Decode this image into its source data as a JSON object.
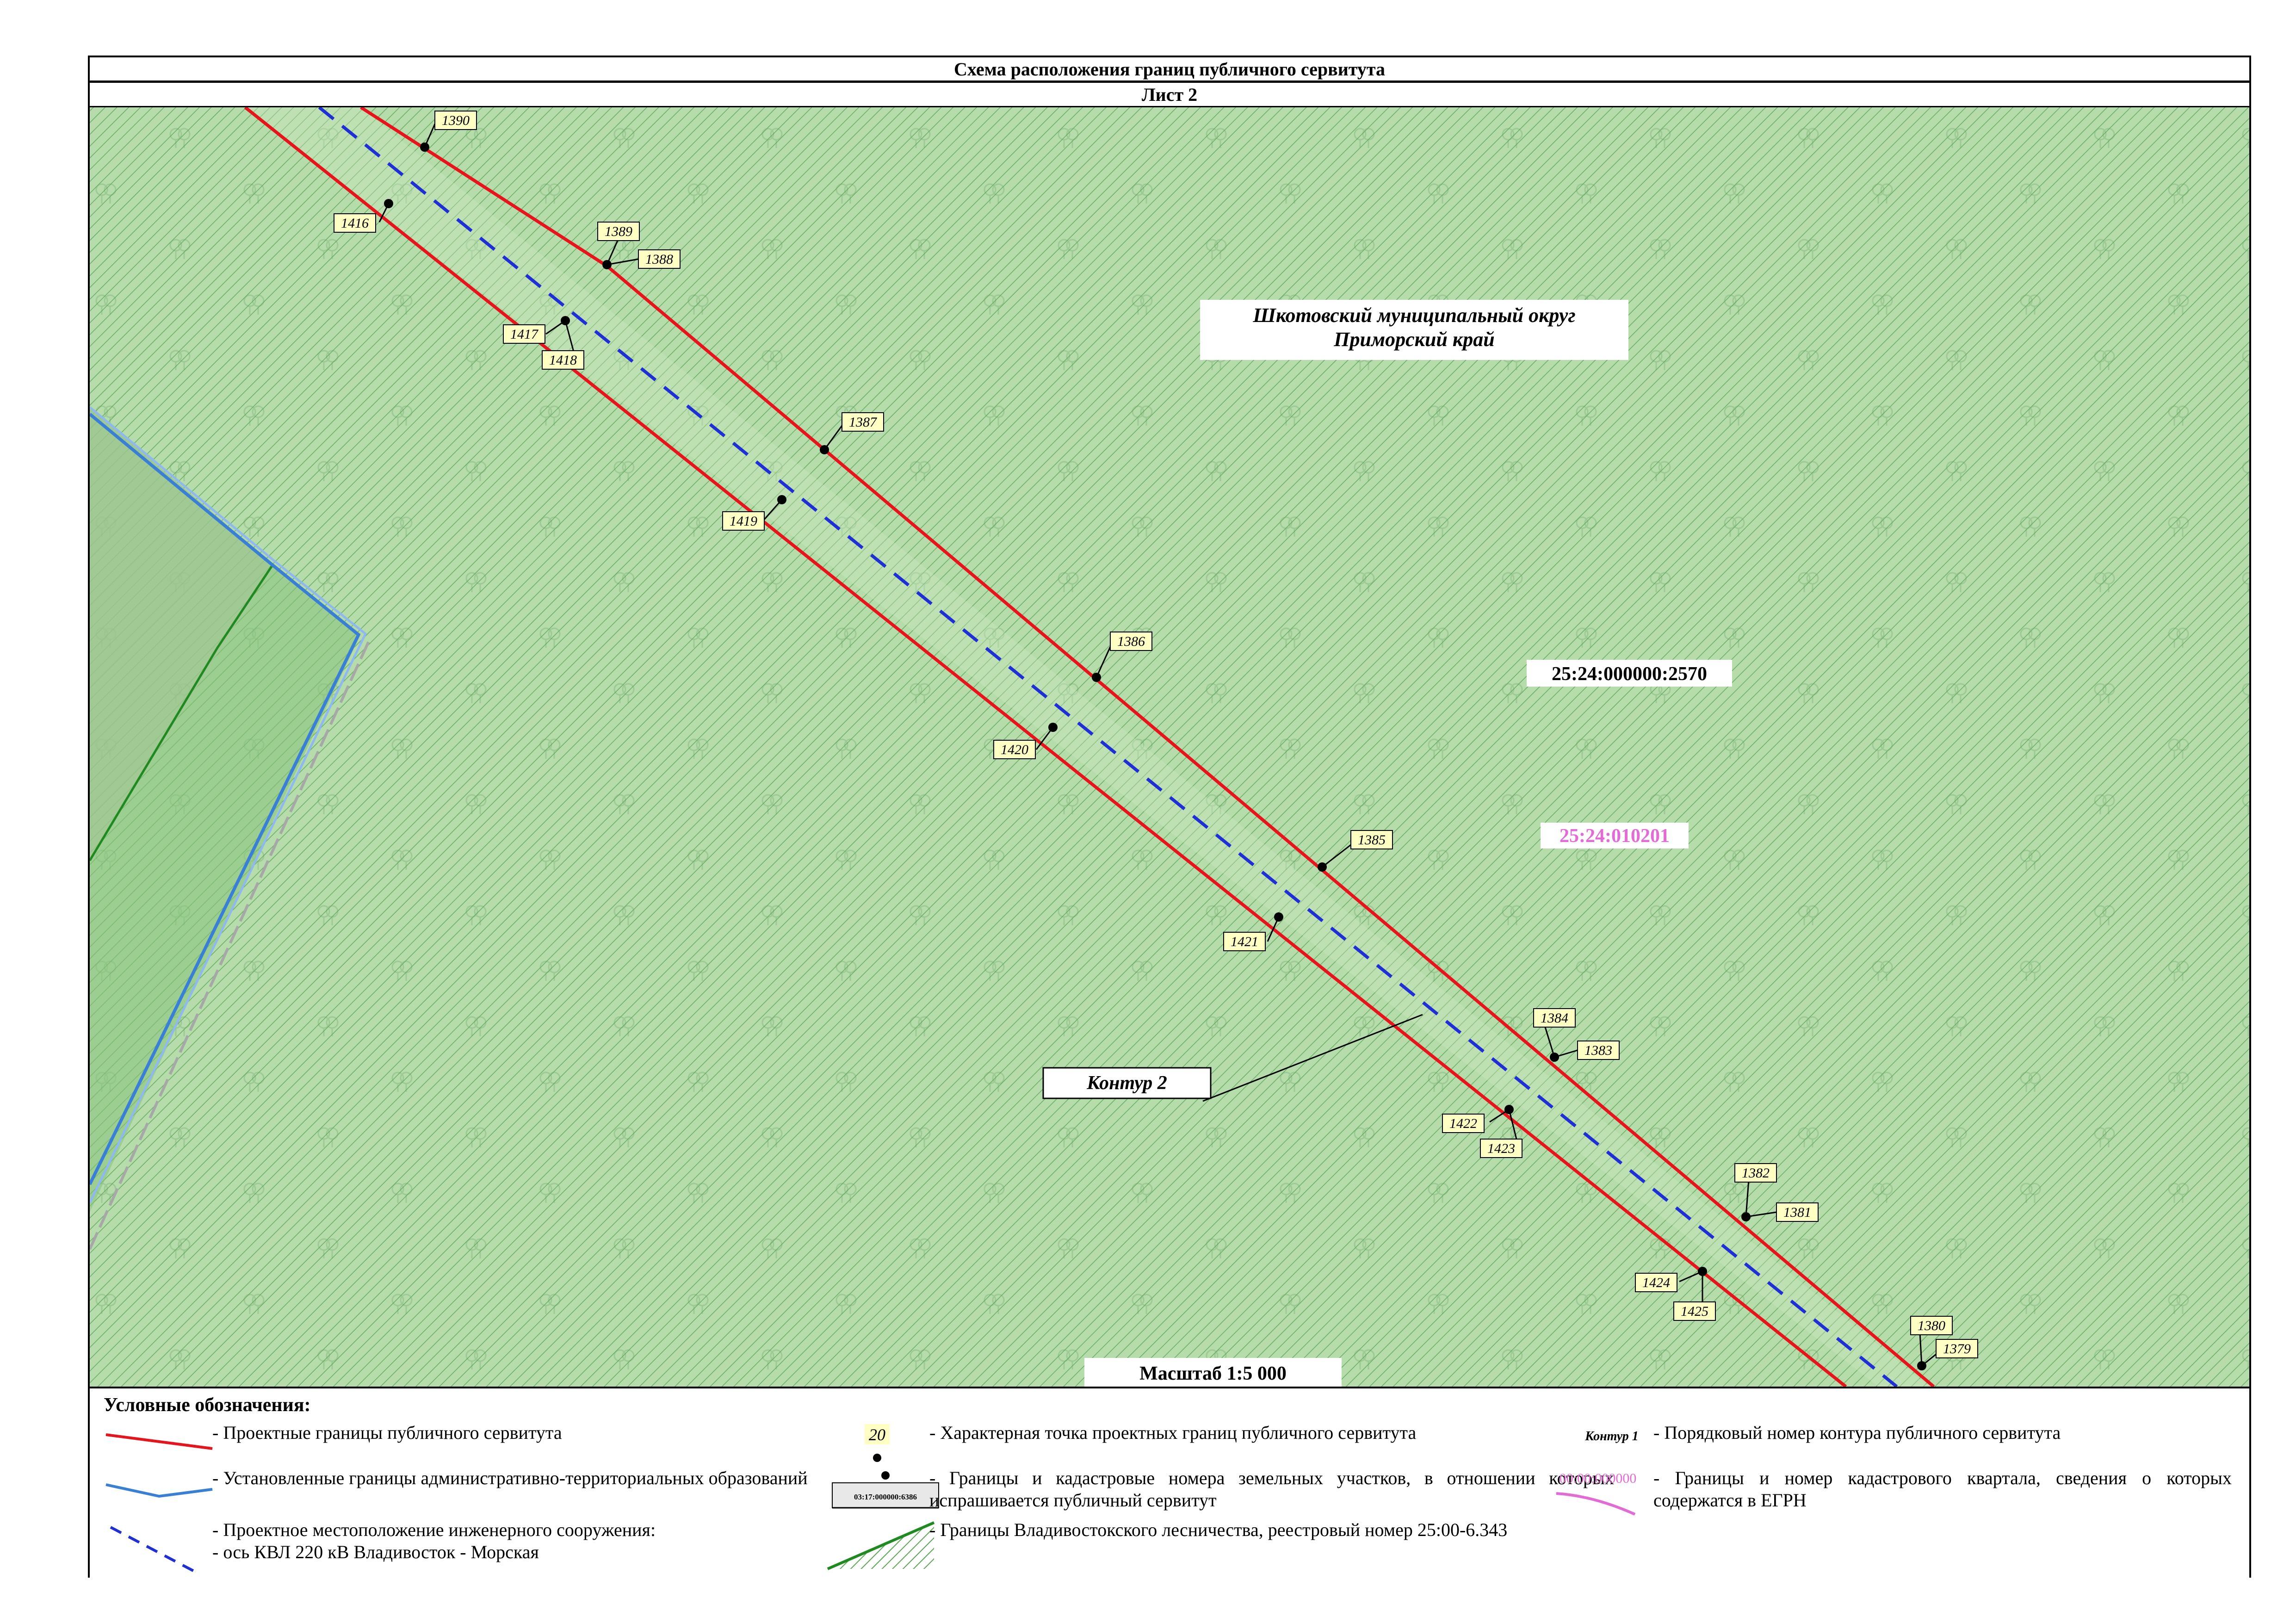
{
  "header": {
    "title": "Схема расположения границ публичного сервитута",
    "sheet": "Лист 2"
  },
  "map": {
    "region_label_line1": "Шкотовский муниципальный округ",
    "region_label_line2": "Приморский край",
    "parcel_number": "25:24:000000:2570",
    "quarter_number": "25:24:010201",
    "contour_label": "Контур 2",
    "scale_label": "Масштаб 1:5 000",
    "points_north": [
      "1390",
      "1389",
      "1388",
      "1387",
      "1386",
      "1385",
      "1384",
      "1383",
      "1382",
      "1381",
      "1380",
      "1379"
    ],
    "points_south": [
      "1416",
      "1417",
      "1418",
      "1419",
      "1420",
      "1421",
      "1422",
      "1423",
      "1424",
      "1425"
    ],
    "colors": {
      "forest_fill": "#b5dcaa",
      "hatch": "#5aa552",
      "servitude_boundary": "#e8141c",
      "admin_boundary": "#3a7fd6",
      "axis_line": "#1f2fd6",
      "quarter": "#e26bd6",
      "label_bg": "#ffffc4"
    }
  },
  "legend": {
    "title": "Условные обозначения:",
    "items": [
      {
        "text": "- Проектные границы публичного сервитута"
      },
      {
        "text": "- Установленные границы административно-территориальных образований"
      },
      {
        "text_line1": "- Проектное местоположение инженерного сооружения:",
        "text_line2": "- ось КВЛ 220 кВ Владивосток - Морская"
      },
      {
        "sample": "20",
        "text": "- Характерная точка проектных границ публичного сервитута"
      },
      {
        "sample": "03:17:000000:6386",
        "text": "- Границы и кадастровые номера земельных участков, в отношении которых испрашивается публичный сервитут"
      },
      {
        "text": "- Границы Владивостокского лесничества, реестровый номер 25:00-6.343"
      },
      {
        "sample": "Контур 1",
        "text": "- Порядковый номер контура публичного сервитута"
      },
      {
        "sample": "00:00:000000",
        "text": "- Границы и номер кадастрового квартала, сведения о которых содержатся в ЕГРН"
      }
    ]
  }
}
